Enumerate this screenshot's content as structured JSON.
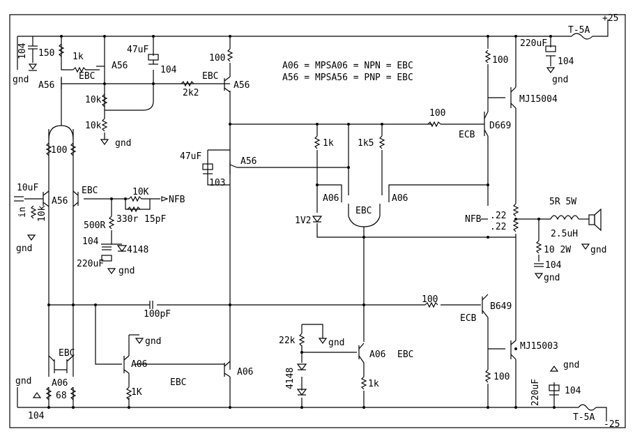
{
  "supply": {
    "positive_rail": "+25",
    "negative_rail": "-25",
    "fuse_top": "T-5A",
    "fuse_bottom": "T-5A"
  },
  "legend": {
    "line1": "A06 = MPSA06 = NPN = EBC",
    "line2": "A56 = MPSA56 = PNP = EBC"
  },
  "labels": {
    "c104_top_left": "104",
    "r150": "150",
    "r1k_top": "1k",
    "q_a56_top": "A56",
    "ebc_top_left": "EBC",
    "q_a56_left": "A56",
    "gnd_top_left": "gnd",
    "c47uf_top": "47uF",
    "c104_top_mid": "104",
    "r10k_a": "10k",
    "r10k_b": "10k",
    "gnd_mid_left": "gnd",
    "ebc_top_mid": "EBC",
    "r2k2": "2k2",
    "q_a56_mid": "A56",
    "r100_top_mid": "100",
    "r100_top_right": "100",
    "c220uf_top": "220uF",
    "c104_top_right": "104",
    "gnd_top_right": "gnd",
    "q_mj15004": "MJ15004",
    "r100_driver_top": "100",
    "ecb_top": "ECB",
    "q_d669": "D669",
    "r1k_diff": "1k",
    "r1k5_diff": "1k5",
    "c47uf_mid": "47uF",
    "q_a56_vas": "A56",
    "c103": "103",
    "r100_input": "100",
    "c10uf_input": "10uF",
    "input_label": "in",
    "r10k_input": "10k",
    "q_a56_input": "A56",
    "ebc_input": "EBC",
    "r10k_nfb": "10K",
    "nfb_left": "NFB",
    "r500r": "500R",
    "r330r": "330r",
    "c15pf": "15pF",
    "c104_nfb": "104",
    "d4148_nfb": "4148",
    "c220uf_nfb": "220uF",
    "gnd_nfb": "gnd",
    "gnd_input": "gnd",
    "q_a06_left": "A06",
    "ebc_diff": "EBC",
    "q_a06_right": "A06",
    "d1v2": "1V2",
    "nfb_right": "NFB",
    "r022_a": ".22",
    "r022_b": ".22",
    "r5r5w": "5R 5W",
    "l25uh": "2.5uH",
    "gnd_speaker": "gnd",
    "r10_2w": "10 2W",
    "c104_zobel": "104",
    "gnd_zobel": "gnd",
    "c100pf": "100pF",
    "r100_driver_bot": "100",
    "q_b649": "B649",
    "ecb_bot": "ECB",
    "q_mj15003": "MJ15003",
    "r22k": "22k",
    "gnd_bias": "gnd",
    "q_a06_bias": "A06",
    "ebc_bias": "EBC",
    "d4148_bias": "4148",
    "r1k_bias": "1k",
    "gnd_ccs": "gnd",
    "q_a06_ccs": "A06",
    "ebc_ccs": "EBC",
    "r1k_ccs": "1K",
    "q_a06_vas": "A06",
    "r100_bot_right": "100",
    "c220uf_bot": "220uF",
    "c104_bot_right": "104",
    "gnd_bot_right": "gnd",
    "ebc_bot_left": "EBC",
    "q_a06_bot_left": "A06",
    "r68": "68",
    "gnd_bot_left": "gnd",
    "c104_bot_left": "104"
  }
}
